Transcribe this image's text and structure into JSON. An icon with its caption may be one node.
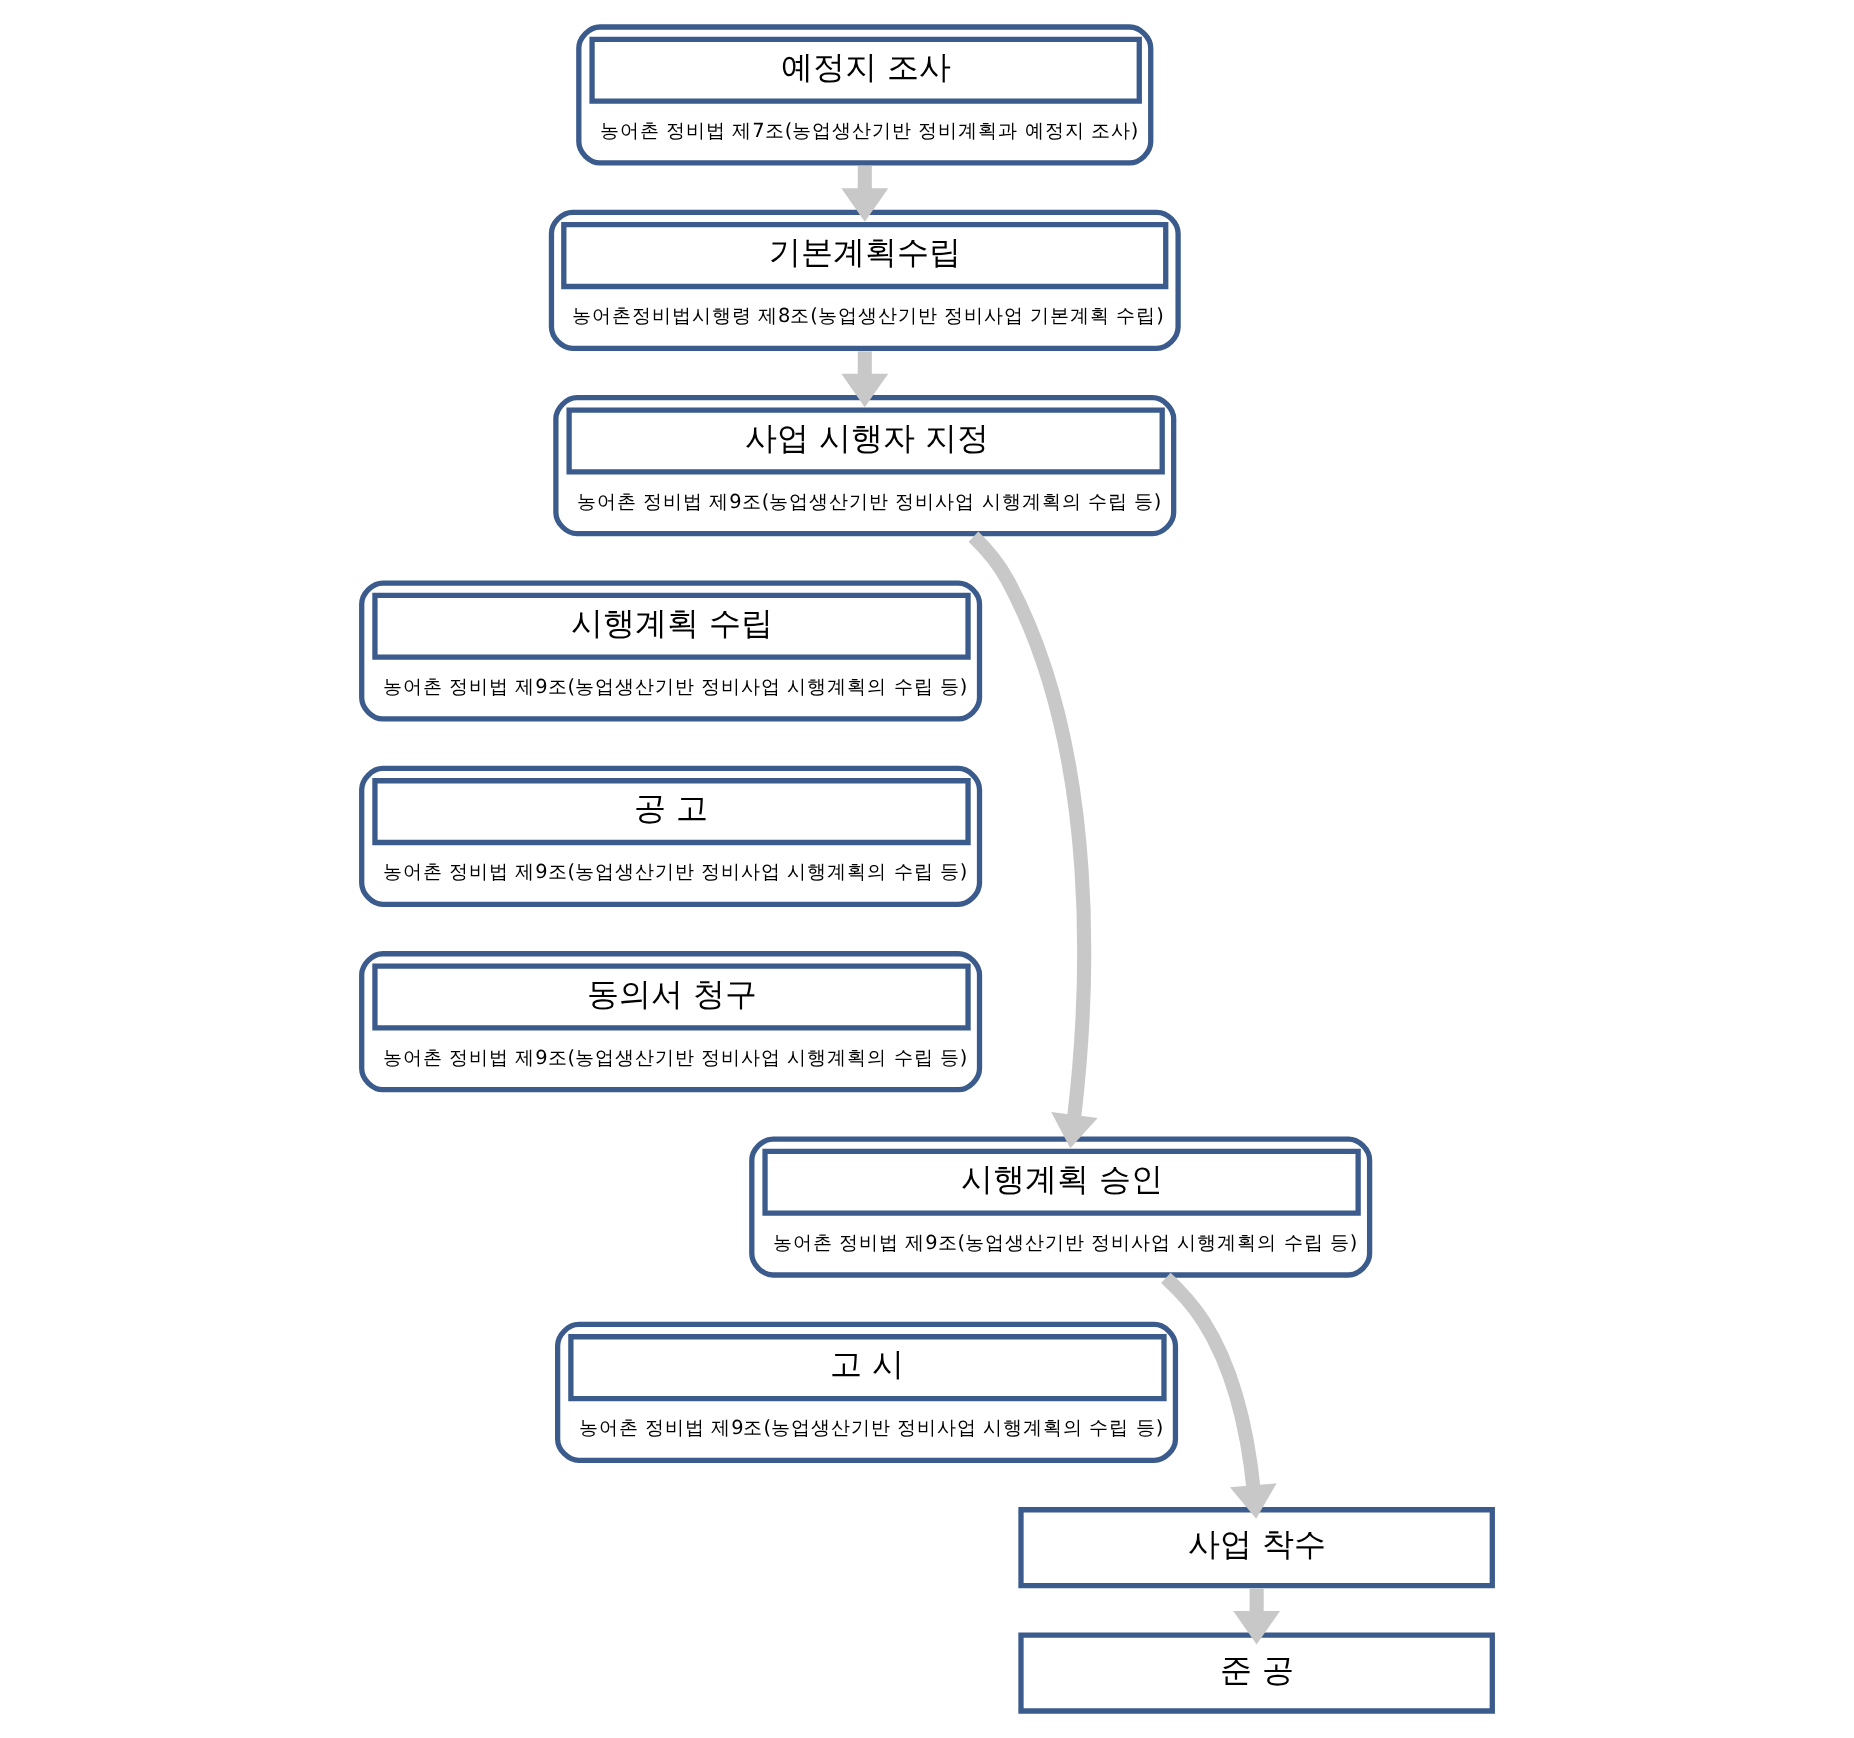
{
  "diagram": {
    "nodes": [
      {
        "text": [
          "예정지 조사",
          "농어촌 정비법 제7조(농업생산기반 정비계획과 예정지 조사)"
        ]
      },
      {
        "text": [
          "기본계획수립",
          "농어촌정비법시행령 제8조(농업생산기반 정비사업 기본계획 수립)"
        ]
      },
      {
        "text": [
          "사업 시행자 지정",
          "농어촌 정비법 제9조(농업생산기반 정비사업 시행계획의 수립 등)"
        ]
      },
      {
        "text": [
          "시행계획 수립",
          "농어촌 정비법 제9조(농업생산기반 정비사업 시행계획의 수립 등)"
        ]
      },
      {
        "text": [
          "공 고",
          "농어촌 정비법 제9조(농업생산기반 정비사업 시행계획의 수립 등)"
        ]
      },
      {
        "text": [
          "동의서 청구",
          "농어촌 정비법 제9조(농업생산기반 정비사업 시행계획의 수립 등)"
        ]
      },
      {
        "text": [
          "시행계획 승인",
          "농어촌 정비법 제9조(농업생산기반 정비사업 시행계획의 수립 등)"
        ]
      },
      {
        "text": [
          "고 시",
          "농어촌 정비법 제9조(농업생산기반 정비사업 시행계획의 수립 등)"
        ]
      },
      {
        "text": [
          "사업 착수"
        ]
      },
      {
        "text": [
          "준 공"
        ]
      }
    ],
    "edges": [
      {
        "from": 0,
        "to": 1,
        "arrow": "to"
      },
      {
        "from": 1,
        "to": 2,
        "arrow": "to"
      },
      {
        "from": 2,
        "to": 6,
        "arrow": "to"
      },
      {
        "from": 6,
        "to": 8,
        "arrow": "to"
      },
      {
        "from": 8,
        "to": 9,
        "arrow": "to"
      }
    ]
  }
}
